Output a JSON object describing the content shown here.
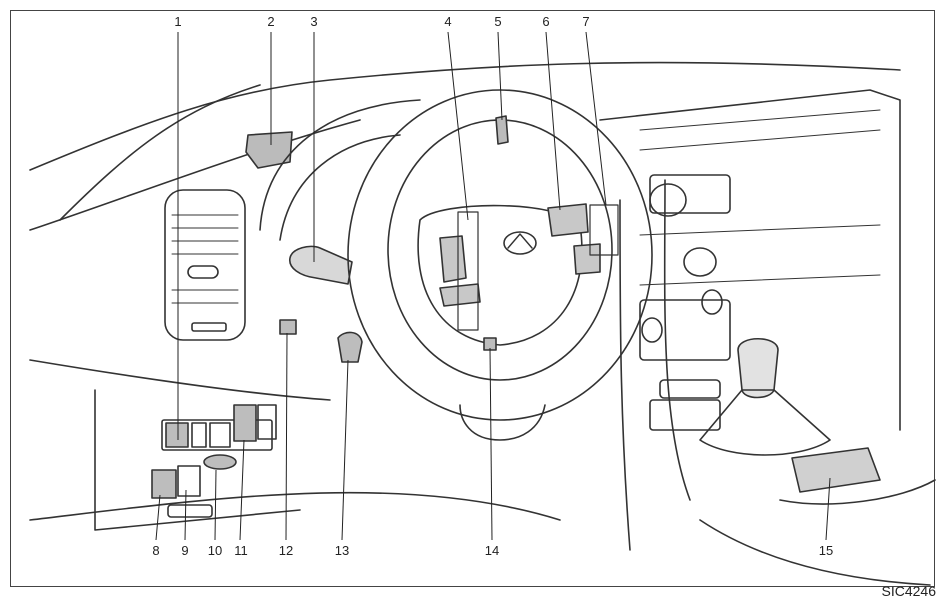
{
  "callouts": [
    "1",
    "2",
    "3",
    "4",
    "5",
    "6",
    "7",
    "8",
    "9",
    "10",
    "11",
    "12",
    "13",
    "14",
    "15"
  ],
  "figure_code": "SIC4246"
}
